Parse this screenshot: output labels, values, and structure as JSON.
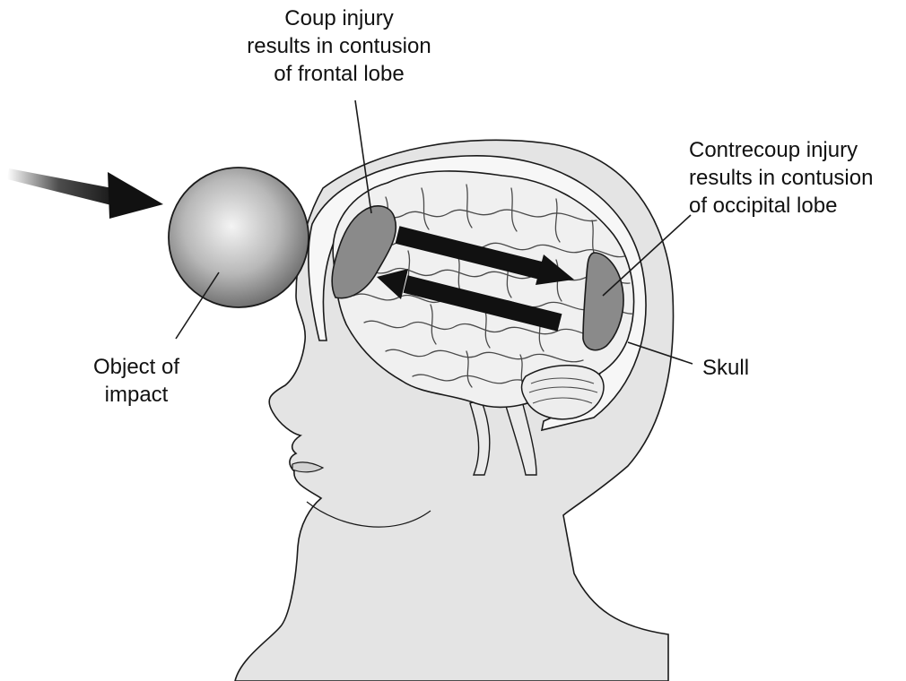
{
  "labels": {
    "coup": [
      "Coup injury",
      "results in contusion",
      "of frontal lobe"
    ],
    "contrecoup": [
      "Contrecoup injury",
      "results in contusion",
      "of occipital lobe"
    ],
    "object": [
      "Object of",
      "impact"
    ],
    "skull": [
      "Skull"
    ]
  },
  "colors": {
    "outline": "#1a1a1a",
    "head_fill": "#e4e4e4",
    "skull_fill": "#f7f7f7",
    "brain_fill": "#f0f0f0",
    "contusion_fill": "#8a8a8a",
    "arrow": "#111111",
    "ball_highlight": "#f2f2f2",
    "ball_shadow": "#6b6b6b"
  }
}
